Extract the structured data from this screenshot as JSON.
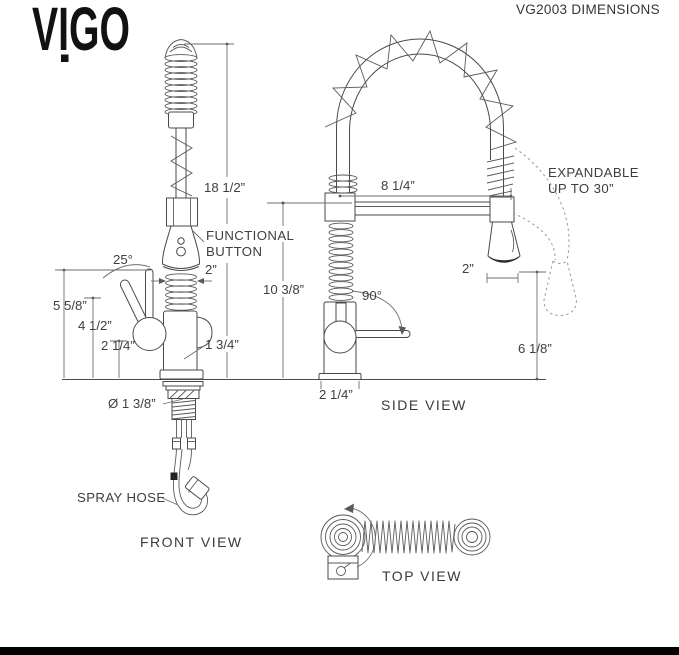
{
  "header": {
    "logo_text": "VIGO",
    "title": "VG2003 DIMENSIONS"
  },
  "front_view": {
    "caption": "FRONT VIEW",
    "dims": {
      "overall_height": "18 1/2”",
      "spring_width": "2”",
      "handle_angle": "25°",
      "handle_height": "5 5/8”",
      "mid_height": "4 1/2”",
      "lower_height": "2 1/4”",
      "body_width": "1 3/4”",
      "hole_diameter": "Ø 1 3/8”"
    },
    "labels": {
      "functional_button_line1": "FUNCTIONAL",
      "functional_button_line2": "BUTTON",
      "spray_hose": "SPRAY HOSE"
    }
  },
  "side_view": {
    "caption": "SIDE VIEW",
    "dims": {
      "spout_reach": "8 1/4”",
      "spout_height": "10 3/8”",
      "handle_swing": "90°",
      "sprayer_width": "2”",
      "clearance_height": "6 1/8”",
      "base_width": "2 1/4”"
    },
    "labels": {
      "expandable_line1": "EXPANDABLE",
      "expandable_line2": "UP TO 30”"
    }
  },
  "top_view": {
    "caption": "TOP VIEW"
  },
  "colors": {
    "line": "#4a4a4a",
    "text": "#3d3d3d",
    "dashed": "#9a9a9a",
    "background": "#ffffff",
    "footer_bar": "#000000"
  }
}
